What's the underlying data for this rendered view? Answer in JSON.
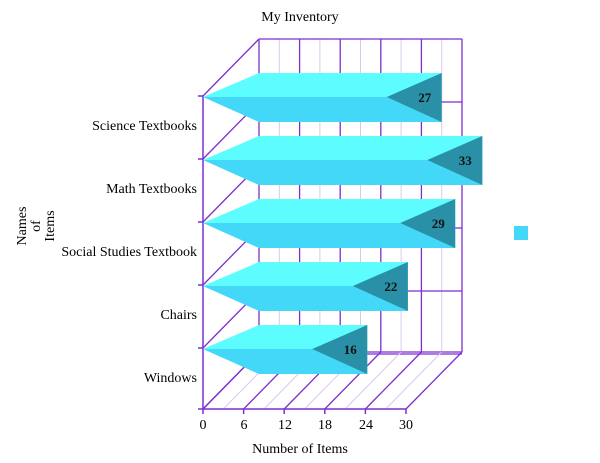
{
  "chart_data": {
    "type": "bar",
    "orientation": "horizontal",
    "style": "3d",
    "title": "My Inventory",
    "xlabel": "Number of Items",
    "ylabel": "Names of Items",
    "ylabel_lines": [
      "Names",
      "of",
      "Items"
    ],
    "categories": [
      "Science Textbooks",
      "Math Textbooks",
      "Social Studies Textbook",
      "Chairs",
      "Windows"
    ],
    "values": [
      27,
      33,
      29,
      22,
      16
    ],
    "value_labels": [
      "27",
      "33",
      "29",
      "22",
      "16"
    ],
    "xlim": [
      0,
      30
    ],
    "xticks": [
      "0",
      "6",
      "12",
      "18",
      "24",
      "30"
    ],
    "grid": true,
    "legend": {
      "position": "right",
      "entries": [
        ""
      ]
    },
    "colors": {
      "bar_top": "#5cfcff",
      "bar_bottom": "#44d8f8",
      "bar_tip": "#2a90a8",
      "axis": "#7b2fd0",
      "grid_minor": "#d8c8f0"
    }
  }
}
